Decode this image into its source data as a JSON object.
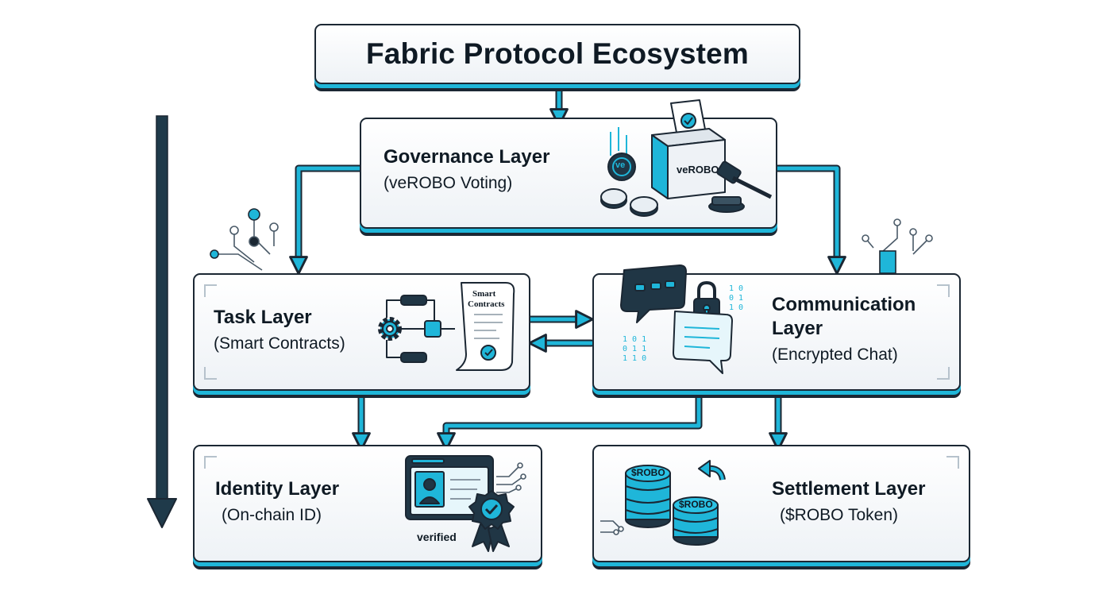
{
  "title": "Fabric Protocol Ecosystem",
  "layers": {
    "governance": {
      "name": "Governance Layer",
      "sub": "(veROBO Voting)",
      "ballot_label": "veROBO",
      "token_label": "ve"
    },
    "task": {
      "name": "Task Layer",
      "sub": "(Smart Contracts)",
      "doc_label_1": "Smart",
      "doc_label_2": "Contracts"
    },
    "communication": {
      "name_line1": "Communication",
      "name_line2": "Layer",
      "sub": "(Encrypted Chat)"
    },
    "identity": {
      "name": "Identity Layer",
      "sub": "(On-chain ID)",
      "badge": "verified"
    },
    "settlement": {
      "name": "Settlement Layer",
      "sub": "($ROBO Token)",
      "coin_label": "$ROBO"
    }
  },
  "colors": {
    "accent": "#1fb6d9",
    "ink": "#1b2733",
    "card_top": "#ffffff",
    "card_bottom": "#eef2f6",
    "icon_dark": "#203645"
  },
  "icons": [
    "ballot-box-icon",
    "gavel-icon",
    "coin-icon",
    "gear-icon",
    "flowchart-icon",
    "contract-scroll-icon",
    "chat-bubble-icon",
    "padlock-icon",
    "binary-stream-icon",
    "id-card-icon",
    "verified-badge-icon",
    "coin-stack-icon",
    "circuit-lines-icon"
  ]
}
